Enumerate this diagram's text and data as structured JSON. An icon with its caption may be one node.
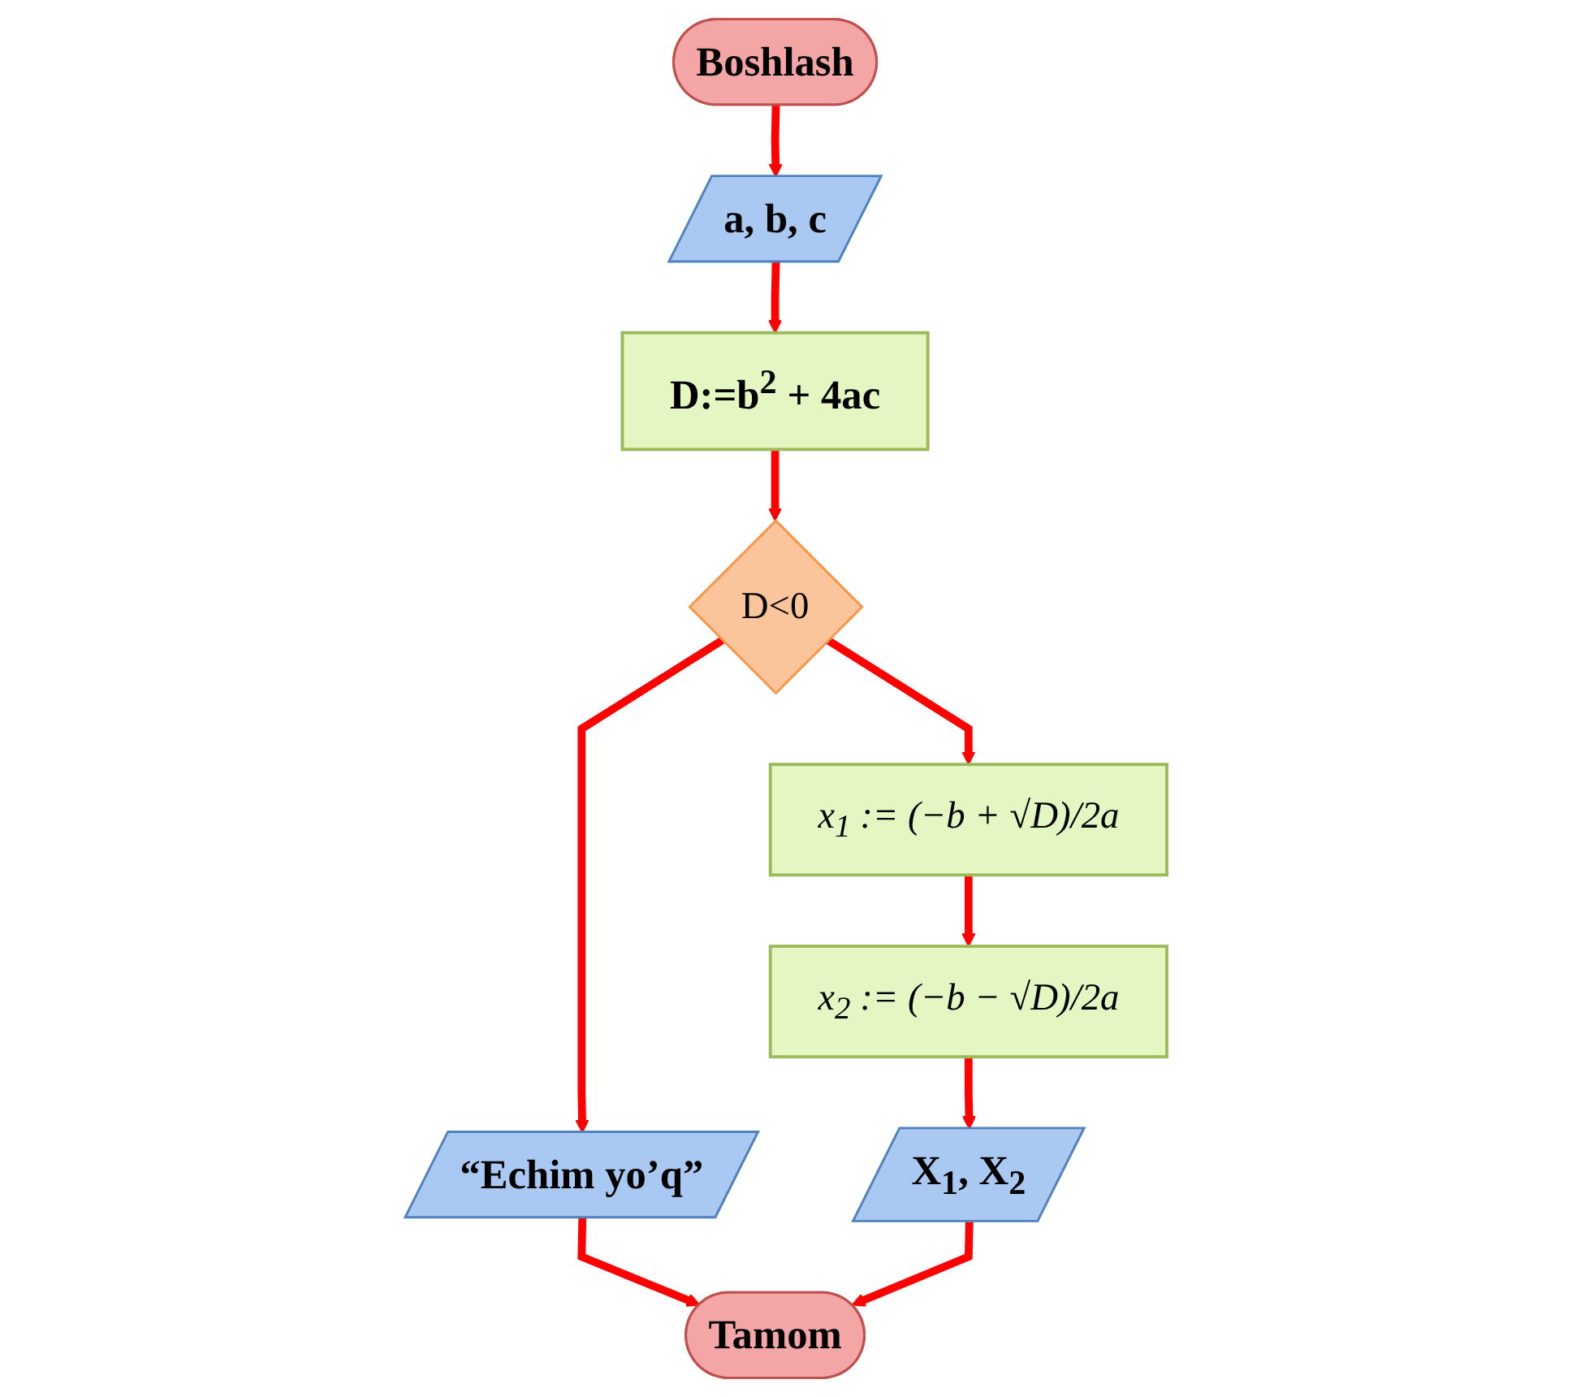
{
  "diagram": {
    "nodes": [
      {
        "text": [
          "Boshlash"
        ]
      },
      {
        "text": [
          "a, b, c"
        ]
      },
      {
        "text": [
          "D:=b$^{2}$ + 4ac"
        ]
      },
      {
        "text": [
          "D<0"
        ]
      },
      {
        "text": [
          "x$_{1}$ := (−b + √D)/2a"
        ]
      },
      {
        "text": [
          "“Echim yo’q”"
        ]
      },
      {
        "text": [
          "x$_{2}$ := (−b − √D)/2a"
        ]
      },
      {
        "text": [
          "X$_{1}$, X$_{2}$"
        ]
      },
      {
        "text": [
          "Tamom"
        ]
      }
    ],
    "edges": [
      {
        "from": 0,
        "to": 1,
        "arrow": "to"
      },
      {
        "from": 1,
        "to": 2,
        "arrow": "to"
      },
      {
        "from": 2,
        "to": 3,
        "arrow": "to"
      },
      {
        "from": 3,
        "to": 4,
        "arrow": "to"
      },
      {
        "from": 3,
        "to": 5,
        "arrow": "to"
      },
      {
        "from": 4,
        "to": 6,
        "arrow": "to"
      },
      {
        "from": 6,
        "to": 7,
        "arrow": "to"
      },
      {
        "from": 5,
        "to": 8,
        "arrow": "to"
      },
      {
        "from": 7,
        "to": 8,
        "arrow": "to"
      }
    ]
  }
}
